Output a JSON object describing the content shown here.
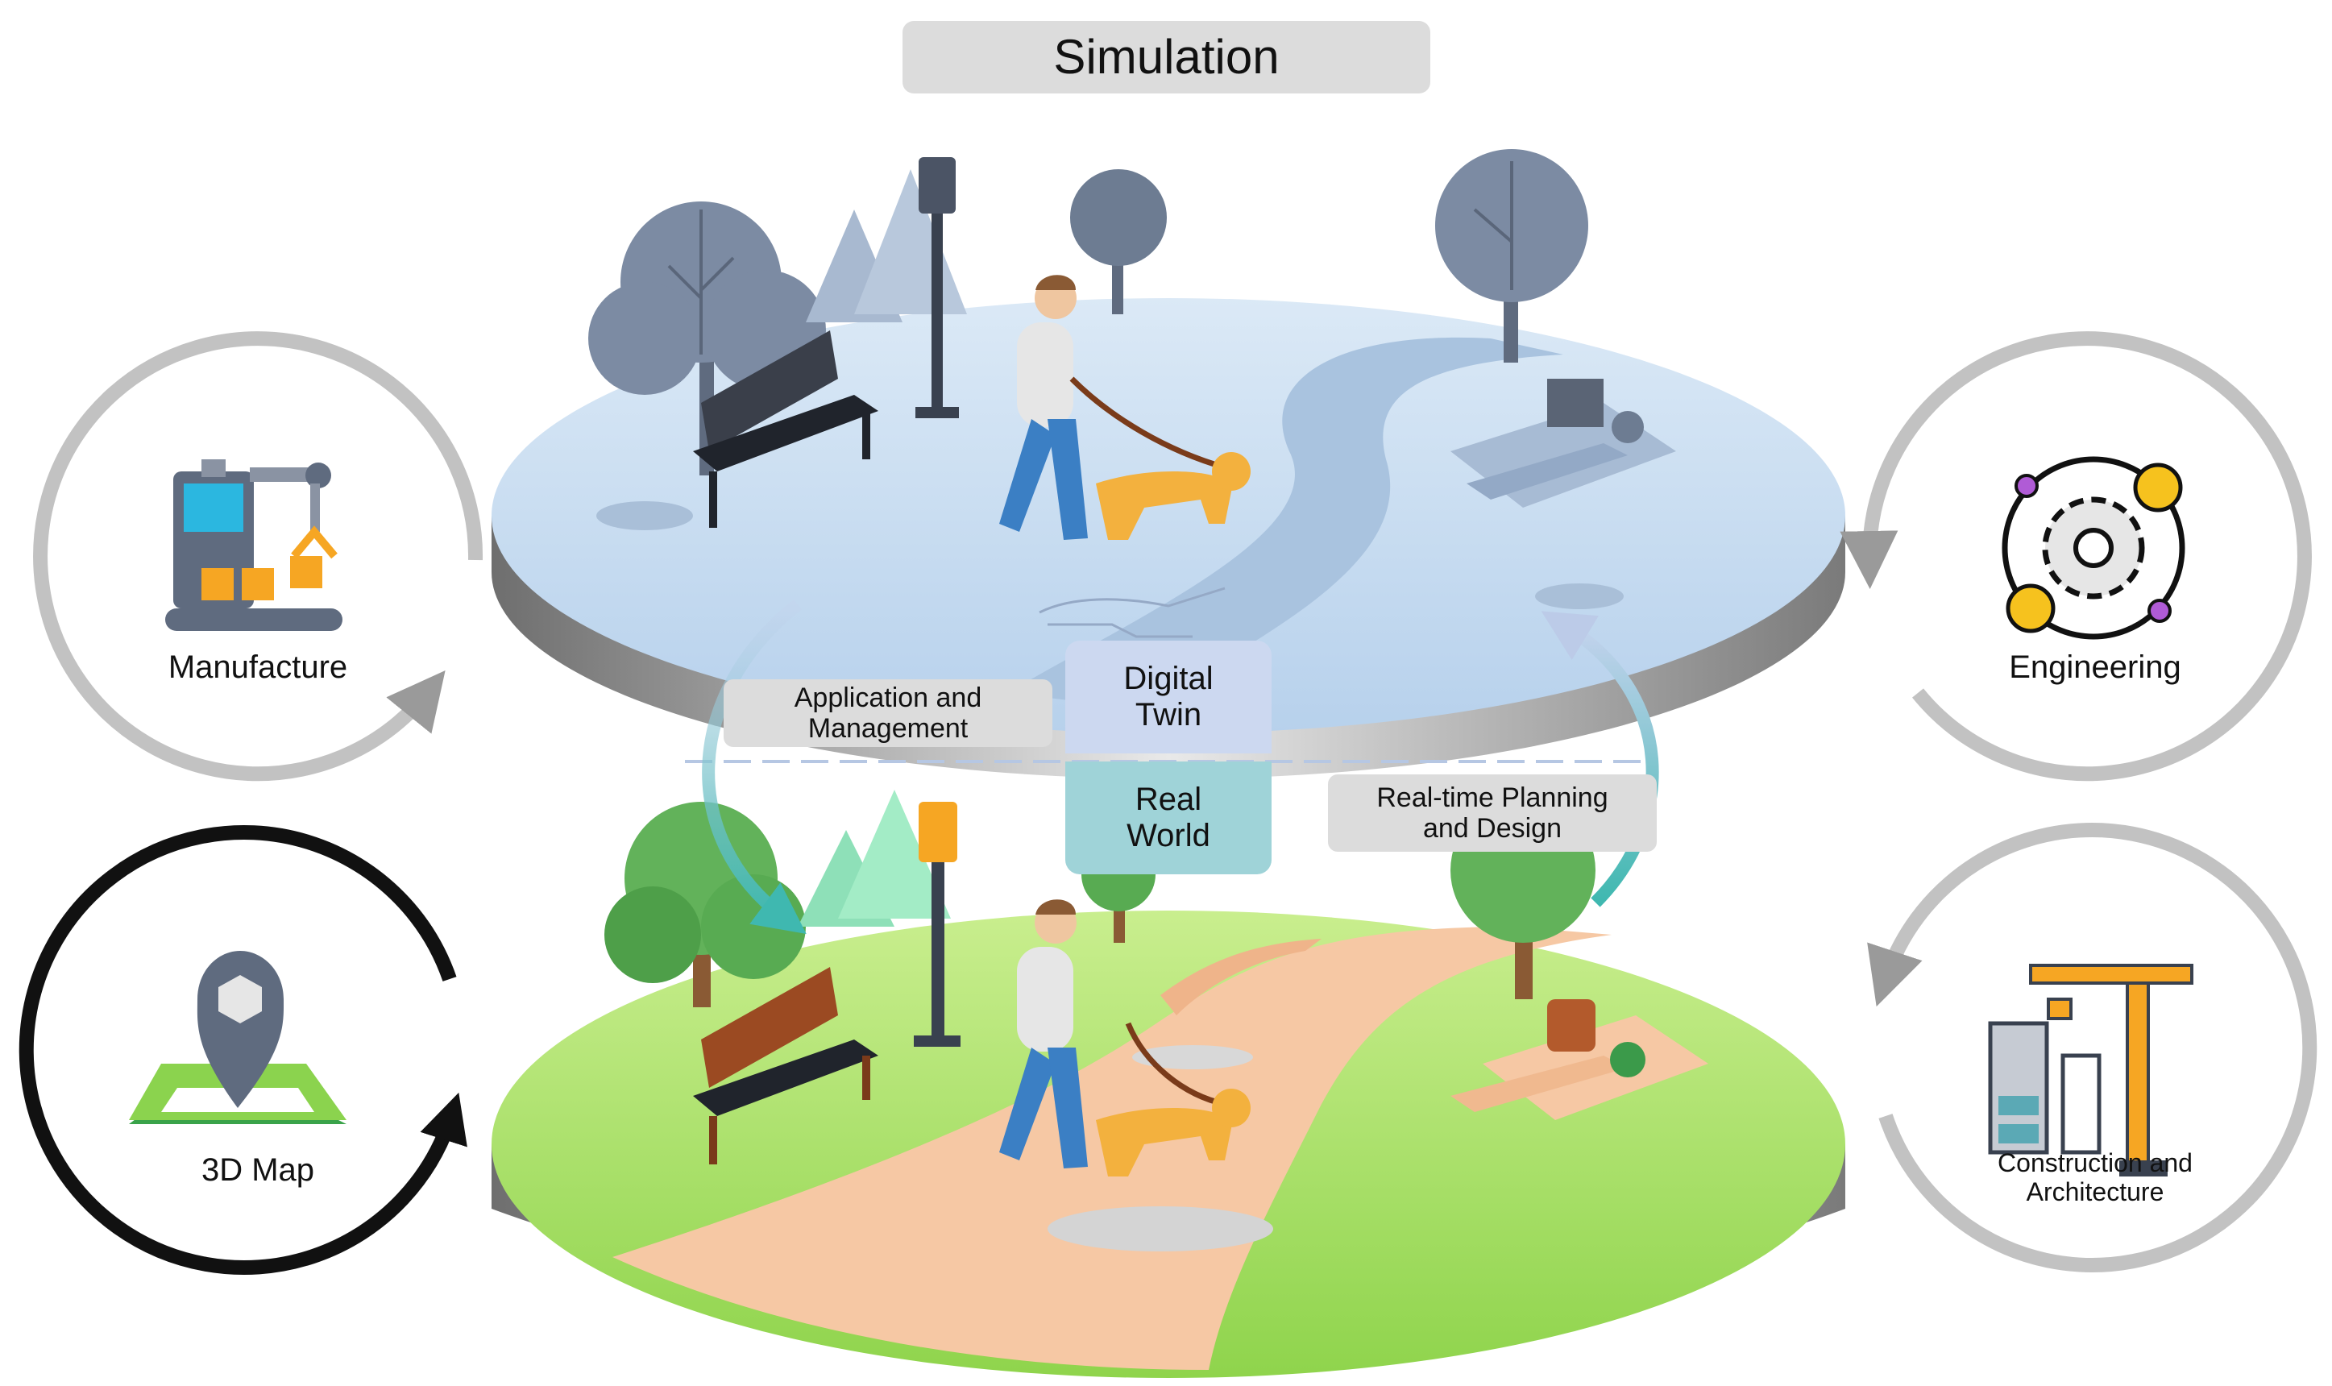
{
  "title": "Simulation",
  "center_badges": {
    "digital_twin": "Digital\nTwin",
    "real_world": "Real\nWorld"
  },
  "flows": {
    "left": "Application and\nManagement",
    "right": "Real-time Planning\nand Design"
  },
  "cycles": {
    "manufacture": "Manufacture",
    "map3d": "3D Map",
    "engineering": "Engineering",
    "construction": "Construction and\nArchitecture"
  },
  "colors": {
    "digital_platform_top": "#cfe2f3",
    "real_platform_top": "#a8df6a",
    "path_real": "#f6c8a4",
    "digital_twin_badge": "#ccd8f0",
    "real_world_badge": "#9fd3d8",
    "pill_gray": "#dcdcdc",
    "icon_orange": "#f6a623",
    "icon_teal": "#5ba9b5"
  },
  "icons": [
    "factory-robot-arm-icon",
    "gear-check-icon",
    "map-pin-cube-icon",
    "construction-crane-icon",
    "person-walking-dog",
    "park-bench",
    "street-lamp",
    "picnic-table",
    "tree"
  ]
}
